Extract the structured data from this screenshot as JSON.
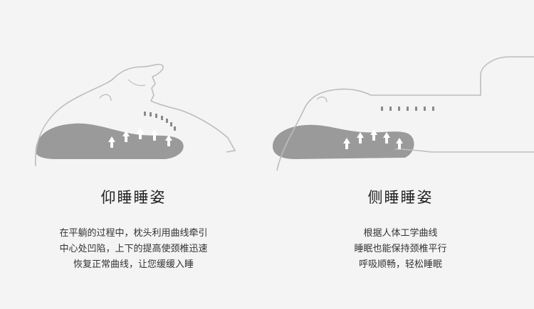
{
  "left": {
    "title": "仰睡睡姿",
    "lines": [
      "在平躺的过程中，枕头利用曲线牵引",
      "中心处凹陷，上下的提高使颈椎迅速",
      "恢复正常曲线，让您缓缓入睡"
    ]
  },
  "right": {
    "title": "侧睡睡姿",
    "lines": [
      "根据人体工学曲线",
      "睡眠也能保持颈椎平行",
      "呼吸顺畅，轻松睡眠"
    ]
  },
  "colors": {
    "background": "#f4f4f4",
    "pillow": "#9a9a9a",
    "outline": "#bdbdbd",
    "arrow": "#ffffff",
    "dash": "#8a8a8a"
  }
}
